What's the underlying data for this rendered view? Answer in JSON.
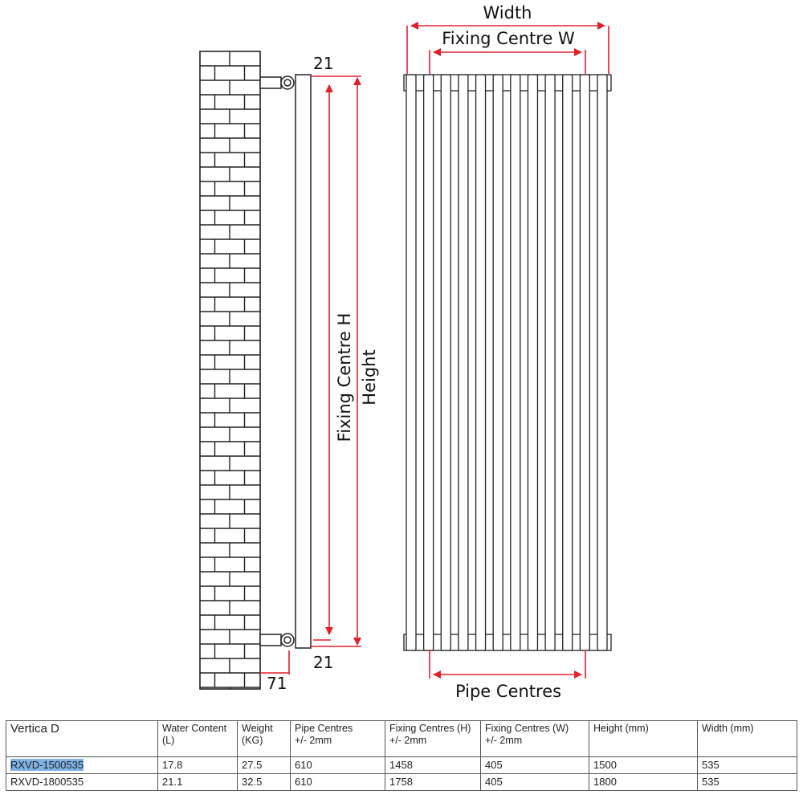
{
  "diagram": {
    "labels": {
      "width": "Width",
      "fixing_centre_w": "Fixing Centre W",
      "pipe_centres": "Pipe Centres",
      "fixing_centre_h": "Fixing Centre H",
      "height": "Height",
      "offset_top": "21",
      "offset_bottom": "21",
      "wall_depth": "71"
    },
    "colors": {
      "dimension": "#e0202a",
      "outline": "#222222",
      "brick_fill": "#ffffff"
    }
  },
  "table": {
    "product": "Vertica D",
    "headers": [
      [
        "Water Content",
        "(L)"
      ],
      [
        "Weight",
        "(KG)"
      ],
      [
        "Pipe Centres",
        "+/- 2mm"
      ],
      [
        "Fixing Centres (H)",
        "+/- 2mm"
      ],
      [
        "Fixing Centres (W)",
        "+/- 2mm"
      ],
      [
        "Height (mm)",
        ""
      ],
      [
        "Width (mm)",
        ""
      ]
    ],
    "rows": [
      {
        "code": "RXVD-1500535",
        "values": [
          "17.8",
          "27.5",
          "610",
          "1458",
          "405",
          "1500",
          "535"
        ],
        "selected": true
      },
      {
        "code": "RXVD-1800535",
        "values": [
          "21.1",
          "32.5",
          "610",
          "1758",
          "405",
          "1800",
          "535"
        ],
        "selected": false
      }
    ]
  }
}
